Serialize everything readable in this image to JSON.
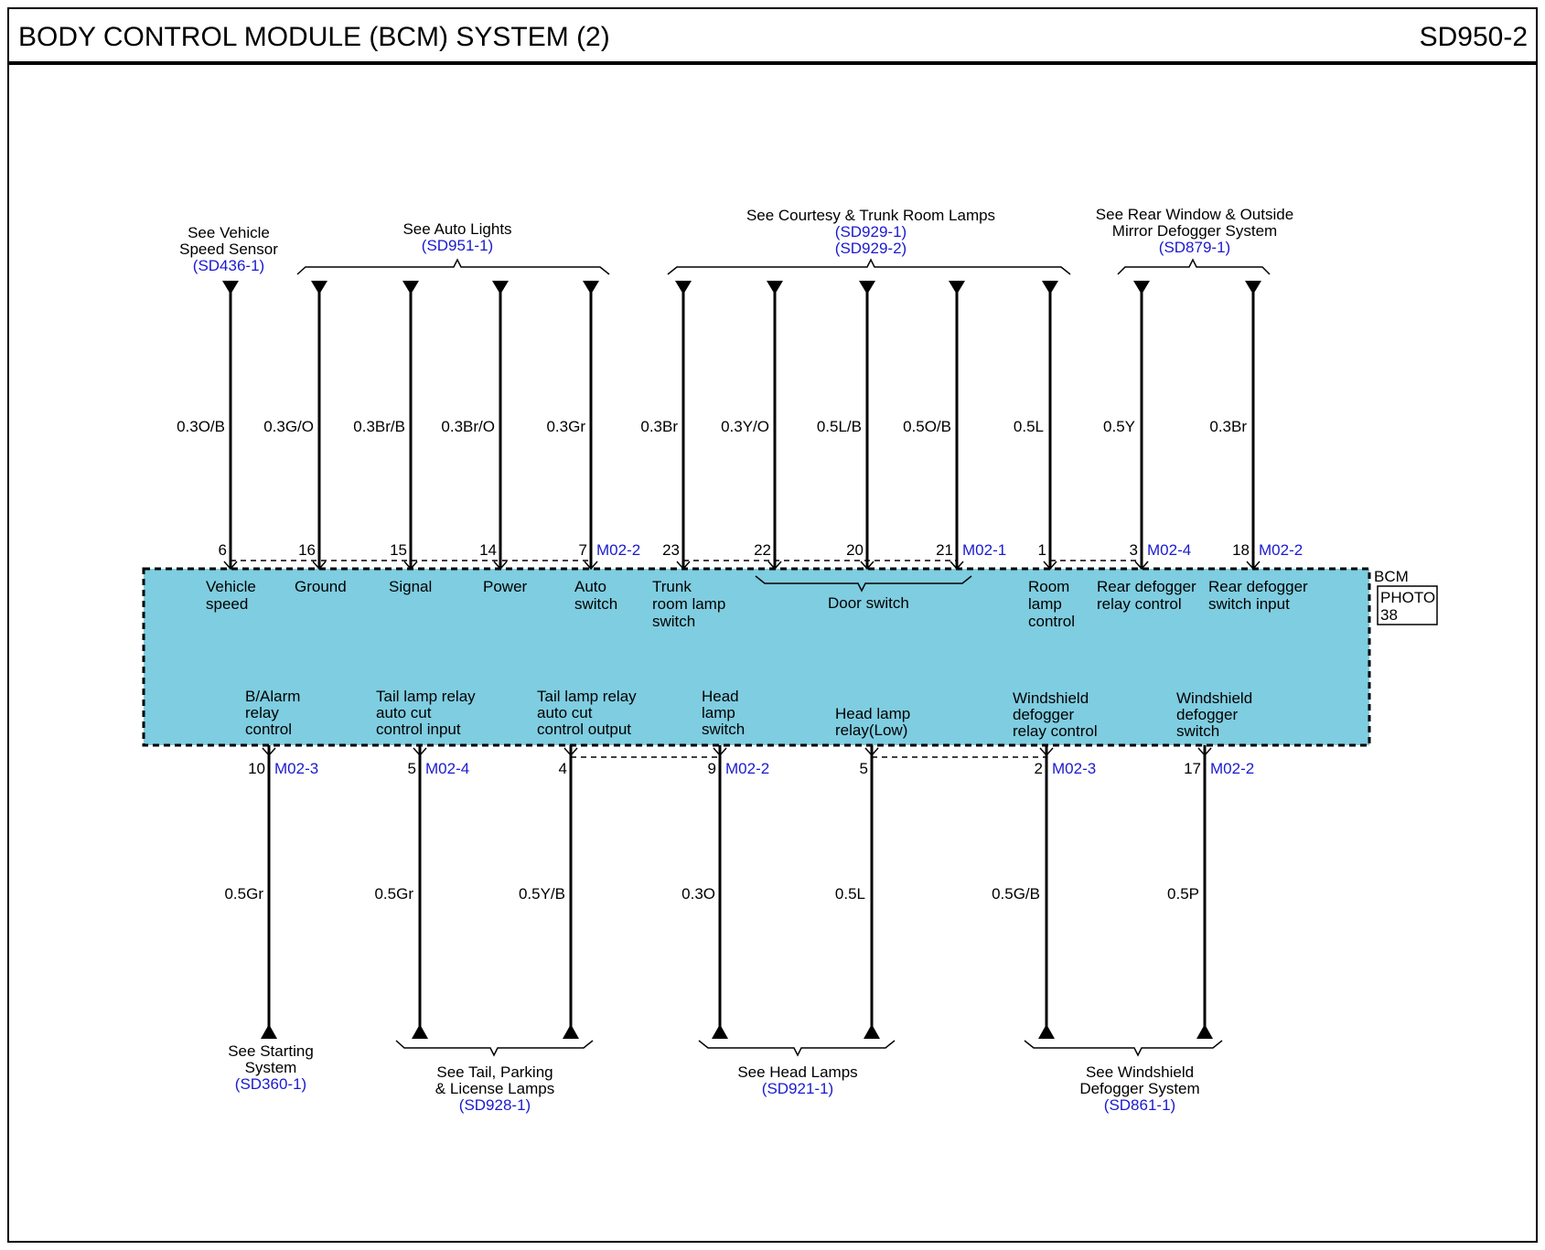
{
  "header": {
    "title": "BODY CONTROL MODULE (BCM) SYSTEM (2)",
    "code": "SD950-2"
  },
  "module": {
    "name": "BCM",
    "photo": [
      "PHOTO",
      "38"
    ],
    "fill": "#7fcde0"
  },
  "top_refs": [
    {
      "lines": [
        "See Vehicle",
        "Speed Sensor"
      ],
      "link": [
        "(SD436-1)"
      ]
    },
    {
      "lines": [
        "See Auto Lights"
      ],
      "link": [
        "(SD951-1)"
      ]
    },
    {
      "lines": [
        "See Courtesy & Trunk Room Lamps"
      ],
      "link": [
        "(SD929-1)",
        "(SD929-2)"
      ]
    },
    {
      "lines": [
        "See Rear Window & Outside",
        "Mirror Defogger System"
      ],
      "link": [
        "(SD879-1)"
      ]
    }
  ],
  "top_wires": [
    {
      "wire": "0.3O/B",
      "pin": "6",
      "connector": ""
    },
    {
      "wire": "0.3G/O",
      "pin": "16",
      "connector": ""
    },
    {
      "wire": "0.3Br/B",
      "pin": "15",
      "connector": ""
    },
    {
      "wire": "0.3Br/O",
      "pin": "14",
      "connector": ""
    },
    {
      "wire": "0.3Gr",
      "pin": "7",
      "connector": "M02-2"
    },
    {
      "wire": "0.3Br",
      "pin": "23",
      "connector": ""
    },
    {
      "wire": "0.3Y/O",
      "pin": "22",
      "connector": ""
    },
    {
      "wire": "0.5L/B",
      "pin": "20",
      "connector": ""
    },
    {
      "wire": "0.5O/B",
      "pin": "21",
      "connector": "M02-1"
    },
    {
      "wire": "0.5L",
      "pin": "1",
      "connector": ""
    },
    {
      "wire": "0.5Y",
      "pin": "3",
      "connector": "M02-4"
    },
    {
      "wire": "0.3Br",
      "pin": "18",
      "connector": "M02-2"
    }
  ],
  "top_functions": [
    [
      "Vehicle",
      "speed"
    ],
    [
      "Ground"
    ],
    [
      "Signal"
    ],
    [
      "Power"
    ],
    [
      "Auto",
      "switch"
    ],
    [
      "Trunk",
      "room lamp",
      "switch"
    ],
    [
      "Door switch"
    ],
    [
      "Room",
      "lamp",
      "control"
    ],
    [
      "Rear defogger",
      "relay control"
    ],
    [
      "Rear defogger",
      "switch input"
    ]
  ],
  "bottom_functions": [
    [
      "B/Alarm",
      "relay",
      "control"
    ],
    [
      "Tail lamp relay",
      "auto cut",
      "control input"
    ],
    [
      "Tail lamp relay",
      "auto cut",
      "control output"
    ],
    [
      "Head",
      "lamp",
      "switch"
    ],
    [
      "Head lamp",
      "relay(Low)"
    ],
    [
      "Windshield",
      "defogger",
      "relay control"
    ],
    [
      "Windshield",
      "defogger",
      "switch"
    ]
  ],
  "bottom_wires": [
    {
      "wire": "0.5Gr",
      "pin": "10",
      "connector": "M02-3"
    },
    {
      "wire": "0.5Gr",
      "pin": "5",
      "connector": "M02-4"
    },
    {
      "wire": "0.5Y/B",
      "pin": "4",
      "connector": ""
    },
    {
      "wire": "0.3O",
      "pin": "9",
      "connector": "M02-2"
    },
    {
      "wire": "0.5L",
      "pin": "5",
      "connector": ""
    },
    {
      "wire": "0.5G/B",
      "pin": "2",
      "connector": "M02-3"
    },
    {
      "wire": "0.5P",
      "pin": "17",
      "connector": "M02-2"
    }
  ],
  "bottom_refs": [
    {
      "lines": [
        "See Starting",
        "System"
      ],
      "link": [
        "(SD360-1)"
      ]
    },
    {
      "lines": [
        "See Tail, Parking",
        "& License Lamps"
      ],
      "link": [
        "(SD928-1)"
      ]
    },
    {
      "lines": [
        "See Head Lamps"
      ],
      "link": [
        "(SD921-1)"
      ]
    },
    {
      "lines": [
        "See Windshield",
        "Defogger System"
      ],
      "link": [
        "(SD861-1)"
      ]
    }
  ]
}
